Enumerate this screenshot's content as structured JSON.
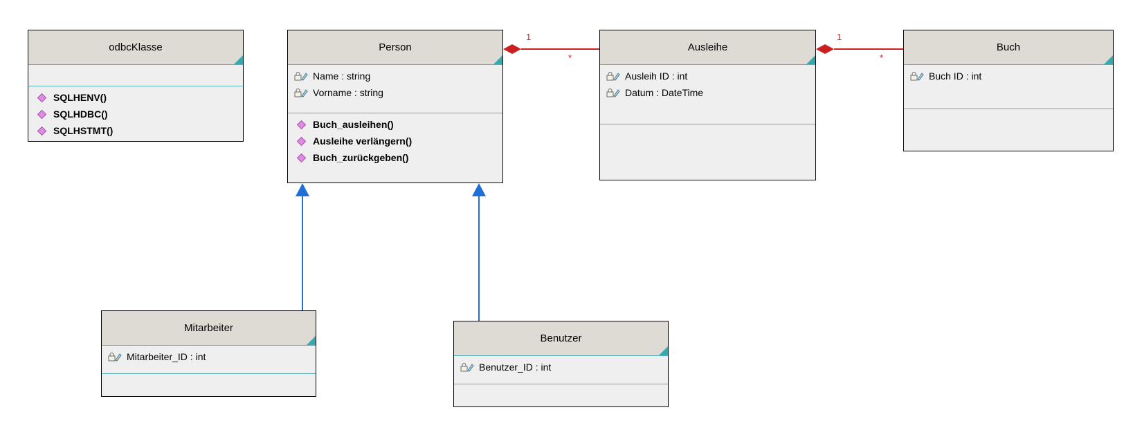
{
  "colors": {
    "class_header": "#dedad4",
    "class_body": "#efefef",
    "separator": "#4fb0b8",
    "association": "#cc2020",
    "generalization": "#1f6fd8",
    "method_icon": "#e38ae6"
  },
  "classes": {
    "odbc": {
      "name": "odbcKlasse",
      "attributes": [],
      "methods": [
        {
          "icon": "method-diamond-icon",
          "text": "SQLHENV()"
        },
        {
          "icon": "method-diamond-icon",
          "text": "SQLHDBC()"
        },
        {
          "icon": "method-diamond-icon",
          "text": "SQLHSTMT()"
        }
      ]
    },
    "person": {
      "name": "Person",
      "attributes": [
        {
          "icon": "attribute-field-icon",
          "text": "Name : string"
        },
        {
          "icon": "attribute-field-icon",
          "text": "Vorname : string"
        }
      ],
      "methods": [
        {
          "icon": "method-diamond-icon",
          "text": "Buch_ausleihen()"
        },
        {
          "icon": "method-diamond-icon",
          "text": "Ausleihe verlängern()"
        },
        {
          "icon": "method-diamond-icon",
          "text": "Buch_zurückgeben()"
        }
      ]
    },
    "ausleihe": {
      "name": "Ausleihe",
      "attributes": [
        {
          "icon": "attribute-field-icon",
          "text": "Ausleih ID : int"
        },
        {
          "icon": "attribute-field-icon",
          "text": "Datum : DateTime"
        }
      ],
      "methods": []
    },
    "buch": {
      "name": "Buch",
      "attributes": [
        {
          "icon": "attribute-field-icon",
          "text": "Buch ID : int"
        }
      ],
      "methods": []
    },
    "mitarbeiter": {
      "name": "Mitarbeiter",
      "attributes": [
        {
          "icon": "attribute-field-icon",
          "text": "Mitarbeiter_ID : int"
        }
      ],
      "methods": []
    },
    "benutzer": {
      "name": "Benutzer",
      "attributes": [
        {
          "icon": "attribute-field-icon",
          "text": "Benutzer_ID : int"
        }
      ],
      "methods": []
    }
  },
  "associations": {
    "person_ausleihe": {
      "source_multiplicity": "1",
      "target_multiplicity": "*"
    },
    "ausleihe_buch": {
      "source_multiplicity": "1",
      "target_multiplicity": "*"
    }
  }
}
